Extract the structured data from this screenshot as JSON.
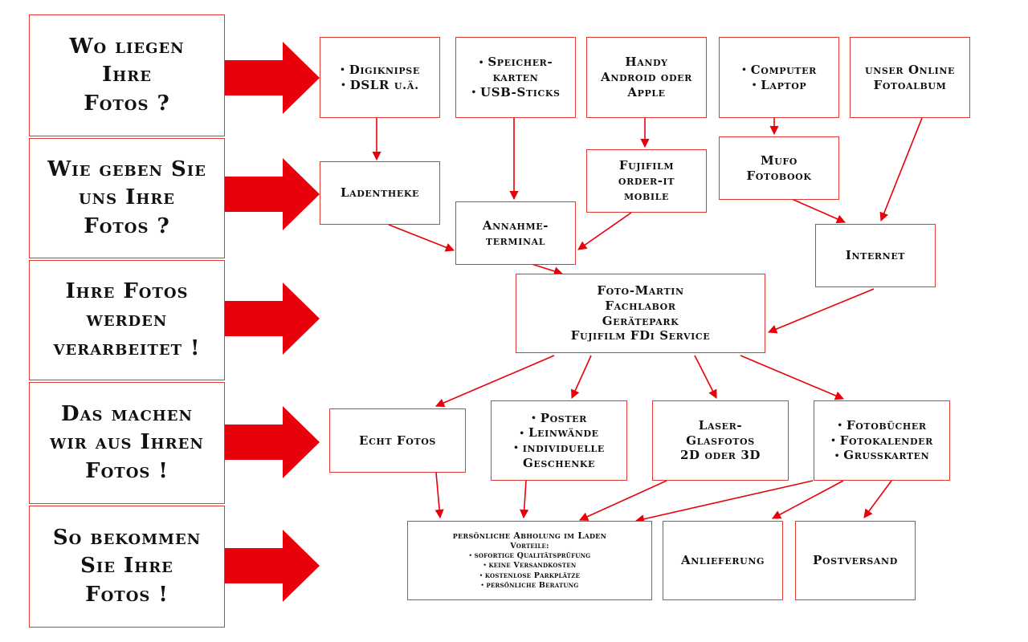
{
  "rows": [
    {
      "label_lines": [
        "Wo liegen",
        "Ihre",
        "Fotos ?"
      ]
    },
    {
      "label_lines": [
        "Wie geben Sie",
        "uns Ihre",
        "Fotos ?"
      ]
    },
    {
      "label_lines": [
        "Ihre Fotos",
        "werden",
        "verarbeitet !"
      ]
    },
    {
      "label_lines": [
        "Das machen",
        "wir aus Ihren",
        "Fotos !"
      ]
    },
    {
      "label_lines": [
        "So bekommen",
        "Sie Ihre",
        "Fotos !"
      ]
    }
  ],
  "sources": {
    "cameras": [
      "Digiknipse",
      "DSLR u.ä."
    ],
    "cards": [
      "Speicher-",
      "karten",
      "USB-Sticks"
    ],
    "handy": [
      "Handy",
      "Android oder",
      "Apple"
    ],
    "computer": [
      "Computer",
      "Laptop"
    ],
    "online": [
      "unser Online",
      "Fotoalbum"
    ]
  },
  "submission": {
    "ladentheke": "Ladentheke",
    "terminal": [
      "Annahme-",
      "terminal"
    ],
    "fujifilm_app": [
      "Fujifilm",
      "order-it",
      "mobile"
    ],
    "mufo": [
      "Mufo",
      "Fotobook"
    ],
    "internet": "Internet"
  },
  "processing": {
    "lab": [
      "Foto-Martin",
      "Fachlabor",
      "Gerätepark",
      "Fujifilm FDi Service"
    ]
  },
  "products": {
    "echt_fotos": "Echt Fotos",
    "poster": [
      "Poster",
      "Leinwände",
      "individuelle",
      "Geschenke"
    ],
    "laser": [
      "Laser-",
      "Glasfotos",
      "2D oder 3D"
    ],
    "books": [
      "Fotobücher",
      "Fotokalender",
      "Grusskarten"
    ]
  },
  "delivery": {
    "pickup_title": "persönliche Abholung im Laden",
    "pickup_sub": "Vorteile:",
    "pickup_items": [
      "sofortige Qualitätsprüfung",
      "keine Versandkosten",
      "kostenlose Parkplätze",
      "persönliche Beratung"
    ],
    "anlieferung": "Anlieferung",
    "postversand": "Postversand"
  },
  "colors": {
    "accent": "#e8000b",
    "border": "#e0392f"
  }
}
